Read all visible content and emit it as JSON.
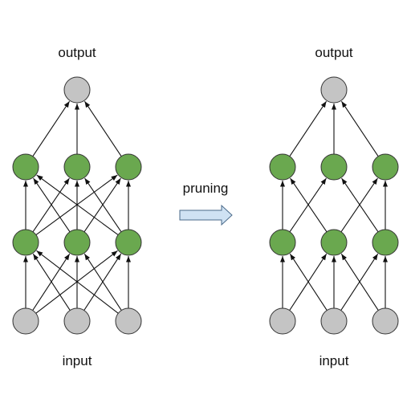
{
  "labels": {
    "left_output": "output",
    "left_input": "input",
    "right_output": "output",
    "right_input": "input",
    "action": "pruning"
  },
  "colors": {
    "input_node": "#c4c4c4",
    "hidden_node": "#6aa84f",
    "output_node": "#c4c4c4",
    "node_stroke": "#333333",
    "edge": "#111111",
    "arrow_fill": "#cfe2f3",
    "arrow_stroke": "#4a6a8a"
  },
  "networks": [
    {
      "name": "dense-network",
      "layers": [
        {
          "name": "input",
          "nodes": 3,
          "type": "input_node"
        },
        {
          "name": "hidden-1",
          "nodes": 3,
          "type": "hidden_node"
        },
        {
          "name": "hidden-2",
          "nodes": 3,
          "type": "hidden_node"
        },
        {
          "name": "output",
          "nodes": 1,
          "type": "output_node"
        }
      ],
      "connections": [
        [
          [
            0,
            0
          ],
          [
            0,
            1
          ],
          [
            0,
            2
          ],
          [
            1,
            0
          ],
          [
            1,
            1
          ],
          [
            1,
            2
          ],
          [
            2,
            0
          ],
          [
            2,
            1
          ],
          [
            2,
            2
          ]
        ],
        [
          [
            0,
            0
          ],
          [
            0,
            1
          ],
          [
            0,
            2
          ],
          [
            1,
            0
          ],
          [
            1,
            1
          ],
          [
            1,
            2
          ],
          [
            2,
            0
          ],
          [
            2,
            1
          ],
          [
            2,
            2
          ]
        ],
        [
          [
            0,
            0
          ],
          [
            1,
            0
          ],
          [
            2,
            0
          ]
        ]
      ]
    },
    {
      "name": "pruned-network",
      "layers": [
        {
          "name": "input",
          "nodes": 3,
          "type": "input_node"
        },
        {
          "name": "hidden-1",
          "nodes": 3,
          "type": "hidden_node"
        },
        {
          "name": "hidden-2",
          "nodes": 3,
          "type": "hidden_node"
        },
        {
          "name": "output",
          "nodes": 1,
          "type": "output_node"
        }
      ],
      "connections": [
        [
          [
            0,
            0
          ],
          [
            0,
            1
          ],
          [
            1,
            0
          ],
          [
            1,
            1
          ],
          [
            1,
            2
          ],
          [
            2,
            1
          ],
          [
            2,
            2
          ]
        ],
        [
          [
            0,
            0
          ],
          [
            0,
            1
          ],
          [
            1,
            0
          ],
          [
            1,
            2
          ],
          [
            2,
            1
          ],
          [
            2,
            2
          ]
        ],
        [
          [
            0,
            0
          ],
          [
            1,
            0
          ],
          [
            2,
            0
          ]
        ]
      ]
    }
  ]
}
